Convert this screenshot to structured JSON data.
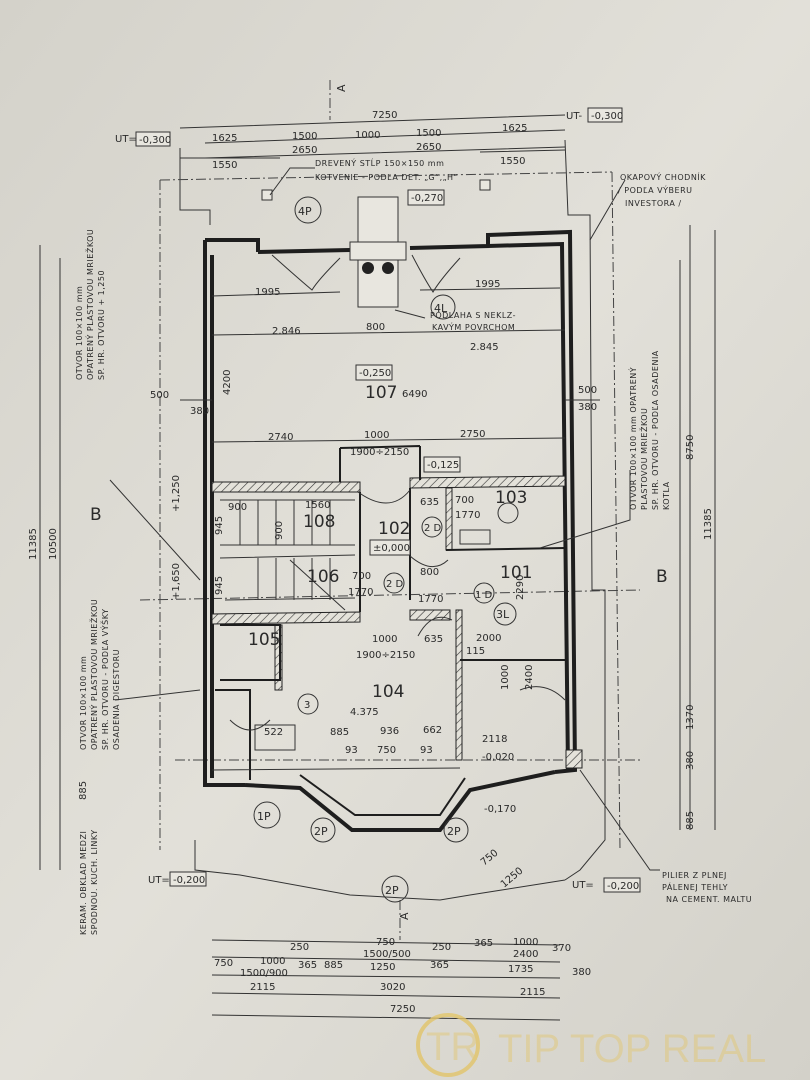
{
  "title": "Floor plan - ground floor",
  "section_marks": {
    "a_top": "A",
    "a_bottom": "A",
    "b_left": "B",
    "b_right": "B"
  },
  "levels": {
    "ut_top_left": "UT=",
    "ut_top_left_val": "-0,300",
    "ut_top_right": "UT-",
    "ut_top_right_val": "-0,300",
    "ut_bottom_left": "UT=",
    "ut_bottom_left_val": "-0,200",
    "ut_bottom_right": "UT=",
    "ut_bottom_right_val": "-0,200",
    "porch_top": "-0,270",
    "room107": "-0,250",
    "step": "-0,125",
    "hall": "±0,000",
    "window_left_1": "+1,250",
    "window_left_2": "+1,650",
    "bay_right": "-0,020",
    "bay_right_2": "-0,170"
  },
  "rooms": [
    {
      "id": "107"
    },
    {
      "id": "108"
    },
    {
      "id": "102"
    },
    {
      "id": "103"
    },
    {
      "id": "106"
    },
    {
      "id": "101"
    },
    {
      "id": "105"
    },
    {
      "id": "104"
    }
  ],
  "markers": {
    "p4": "4P",
    "l4": "4L",
    "l3": "3L",
    "p1": "1P",
    "p2a": "2P",
    "p2b": "2P",
    "p2c": "2P",
    "d1": "1 D",
    "d2a": "2 D",
    "d2b": "2 D",
    "d3": "3"
  },
  "top_dimensions": {
    "total": "7250",
    "left_1625": "1625",
    "right_1625": "1625",
    "w1500a": "1500",
    "w2650a": "2650",
    "w1000": "1000",
    "w1500b": "1500",
    "w2650b": "2650",
    "left_1550": "1550",
    "right_1550": "1550",
    "d1995a": "1995",
    "d1995b": "1995",
    "d2846": "2.846",
    "d2845": "2.845",
    "d800": "800",
    "d2740": "2740",
    "d2750": "2750",
    "d1000": "1000",
    "d1900": "1900÷2150",
    "d6490": "6490",
    "d4200": "4200",
    "d500a": "500",
    "d500b": "500",
    "d380a": "380",
    "d380b": "380"
  },
  "mid_dimensions": {
    "d900": "900",
    "d1560": "1560",
    "d635": "635",
    "d700a": "700",
    "d1770a": "1770",
    "d945a": "945",
    "d945b": "945",
    "d900b": "900",
    "d700b": "700",
    "d1770b": "1770",
    "d800": "800",
    "d1770c": "1770",
    "d1000b": "1000",
    "d1900b": "1900÷2150",
    "d635b": "635",
    "d2000": "2000",
    "d2290": "2290",
    "d115": "115"
  },
  "low_dimensions": {
    "d4375": "4.375",
    "d522": "522",
    "d885": "885",
    "d936": "936",
    "d662": "662",
    "d750a": "750",
    "d93a": "93",
    "d93b": "93",
    "d2118": "2118",
    "d2400": "2400",
    "d1000c": "1000",
    "d750b": "750",
    "d1250": "1250"
  },
  "bottom_dimensions": {
    "r1": [
      "750",
      "1000",
      "1500/900",
      "365",
      "885",
      "1250",
      "365",
      "1735",
      "380"
    ],
    "r0": [
      "250",
      "750",
      "1500/500",
      "250",
      "365",
      "1000",
      "2400",
      "370"
    ],
    "total_left": "2115",
    "total_mid": "3020",
    "total_right": "2115",
    "total": "7250"
  },
  "side_dimensions": {
    "left_outer": "11385",
    "left_inner": "10500",
    "left_885": "885",
    "right_outer": "11385",
    "right_8750": "8750",
    "right_1370": "1370",
    "right_380": "380",
    "right_885": "885"
  },
  "notes": {
    "post_1": "DREVENÝ STĹP 150×150 mm",
    "post_2": "KOTVENIE - PODĽA DET. „G“,„H“",
    "walk_1": "OKAPOVÝ CHODNÍK",
    "walk_2": "/ PODĽA VÝBERU",
    "walk_3": "INVESTORA /",
    "floor_1": "PODLAHA S NEKLZ-",
    "floor_2": "KAVÝM POVRCHOM",
    "vent_right_1": "OTVOR 100×100 mm OPATRENÝ",
    "vent_right_2": "PLASTOVOU MRIEŽKOU",
    "vent_right_3": "SP. HR. OTVORU - PODĽA OSADENIA",
    "vent_right_4": "KOTLA",
    "vent_left_1": "OTVOR 100×100 mm",
    "vent_left_2": "OPATRENÝ PLASTOVOU MRIEŽKOU",
    "vent_left_3": "SP. HR. OTVORU + 1,250",
    "vent_left2_1": "OTVOR 100×100 mm",
    "vent_left2_2": "OPATRENÝ PLASTOVOU MRIEŽKOU",
    "vent_left2_3": "SP. HR. OTVORU - PODĽA VÝŠKY",
    "vent_left2_4": "OSADENIA DIGESTORU",
    "brick_left_1": "KERAM. OBKLAD MEDZI",
    "brick_left_2": "SPODNOU. KUCH. LINKY",
    "pillar_1": "PILIER Z PLNEJ",
    "pillar_2": "PÁLENEJ TEHLY",
    "pillar_3": "NA CEMENT. MALTU"
  },
  "watermark": {
    "logo": "TR",
    "text": "TIP TOP REAL"
  },
  "colors": {
    "paper": "#dcdad2",
    "ink": "#1e1e1e",
    "watermark": "#e2c56a"
  }
}
